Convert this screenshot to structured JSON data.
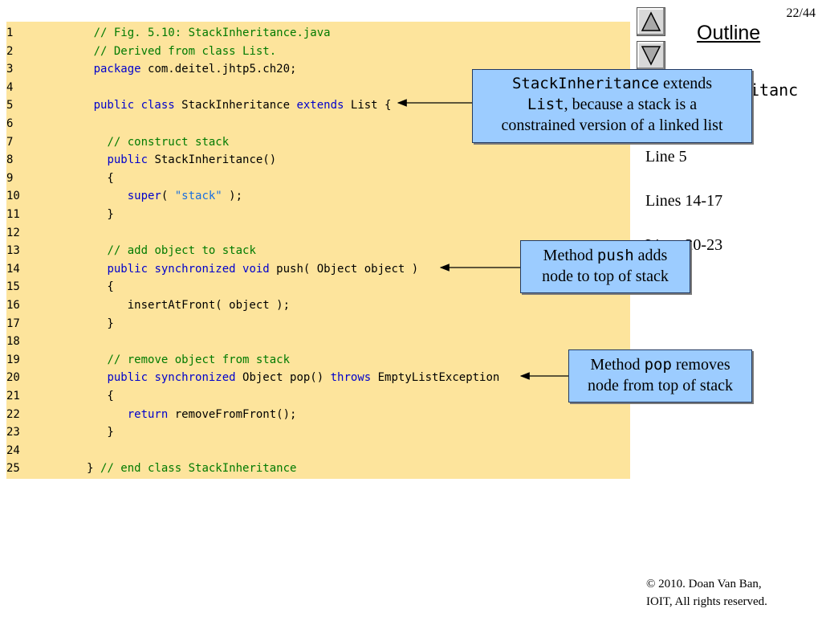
{
  "slide": {
    "page_indicator": "22/44",
    "outline_label": "Outline",
    "outline_items": [
      {
        "text": "Line 5"
      },
      {
        "text": "Lines 14-17"
      },
      {
        "text": "Lines 20-23"
      }
    ],
    "outline_code_fragment": "itanc",
    "copyright_line1": "© 2010.  Doan Van Ban,",
    "copyright_line2": "IOIT, All rights reserved."
  },
  "nav": {
    "up_icon": "triangle-up-icon",
    "down_icon": "triangle-down-icon"
  },
  "colors": {
    "code_background": "#fde49c",
    "keyword": "#0000cc",
    "comment": "#007a00",
    "string": "#1a6fe0",
    "callout_fill": "#9cccff",
    "callout_border": "#233a62"
  },
  "code": {
    "lines": [
      {
        "num": "1",
        "segs": [
          {
            "t": "      ",
            "c": "pl"
          },
          {
            "t": "// Fig. 5.10: StackInheritance.java",
            "c": "cm"
          }
        ]
      },
      {
        "num": "2",
        "segs": [
          {
            "t": "      ",
            "c": "pl"
          },
          {
            "t": "// Derived from class List.",
            "c": "cm"
          }
        ]
      },
      {
        "num": "3",
        "segs": [
          {
            "t": "      ",
            "c": "pl"
          },
          {
            "t": "package",
            "c": "kw"
          },
          {
            "t": " com.deitel.jhtp5.ch20;",
            "c": "pl"
          }
        ]
      },
      {
        "num": "4",
        "segs": []
      },
      {
        "num": "5",
        "segs": [
          {
            "t": "      ",
            "c": "pl"
          },
          {
            "t": "public class",
            "c": "kw"
          },
          {
            "t": " StackInheritance ",
            "c": "pl"
          },
          {
            "t": "extends",
            "c": "kw"
          },
          {
            "t": " List {",
            "c": "pl"
          }
        ]
      },
      {
        "num": "6",
        "segs": []
      },
      {
        "num": "7",
        "segs": [
          {
            "t": "        ",
            "c": "pl"
          },
          {
            "t": "// construct stack",
            "c": "cm"
          }
        ]
      },
      {
        "num": "8",
        "segs": [
          {
            "t": "        ",
            "c": "pl"
          },
          {
            "t": "public",
            "c": "kw"
          },
          {
            "t": " StackInheritance()",
            "c": "pl"
          }
        ]
      },
      {
        "num": "9",
        "segs": [
          {
            "t": "        {",
            "c": "pl"
          }
        ]
      },
      {
        "num": "10",
        "segs": [
          {
            "t": "           ",
            "c": "pl"
          },
          {
            "t": "super",
            "c": "kw"
          },
          {
            "t": "( ",
            "c": "pl"
          },
          {
            "t": "\"stack\"",
            "c": "st"
          },
          {
            "t": " );",
            "c": "pl"
          }
        ]
      },
      {
        "num": "11",
        "segs": [
          {
            "t": "        }",
            "c": "pl"
          }
        ]
      },
      {
        "num": "12",
        "segs": []
      },
      {
        "num": "13",
        "segs": [
          {
            "t": "        ",
            "c": "pl"
          },
          {
            "t": "// add object to stack",
            "c": "cm"
          }
        ]
      },
      {
        "num": "14",
        "segs": [
          {
            "t": "        ",
            "c": "pl"
          },
          {
            "t": "public synchronized void",
            "c": "kw"
          },
          {
            "t": " push( Object object )",
            "c": "pl"
          }
        ]
      },
      {
        "num": "15",
        "segs": [
          {
            "t": "        {",
            "c": "pl"
          }
        ]
      },
      {
        "num": "16",
        "segs": [
          {
            "t": "           insertAtFront( object );",
            "c": "pl"
          }
        ]
      },
      {
        "num": "17",
        "segs": [
          {
            "t": "        }",
            "c": "pl"
          }
        ]
      },
      {
        "num": "18",
        "segs": []
      },
      {
        "num": "19",
        "segs": [
          {
            "t": "        ",
            "c": "pl"
          },
          {
            "t": "// remove object from stack",
            "c": "cm"
          }
        ]
      },
      {
        "num": "20",
        "segs": [
          {
            "t": "        ",
            "c": "pl"
          },
          {
            "t": "public synchronized",
            "c": "kw"
          },
          {
            "t": " Object pop() ",
            "c": "pl"
          },
          {
            "t": "throws",
            "c": "kw"
          },
          {
            "t": " EmptyListException",
            "c": "pl"
          }
        ]
      },
      {
        "num": "21",
        "segs": [
          {
            "t": "        {",
            "c": "pl"
          }
        ]
      },
      {
        "num": "22",
        "segs": [
          {
            "t": "           ",
            "c": "pl"
          },
          {
            "t": "return",
            "c": "kw"
          },
          {
            "t": " removeFromFront();",
            "c": "pl"
          }
        ]
      },
      {
        "num": "23",
        "segs": [
          {
            "t": "        }",
            "c": "pl"
          }
        ]
      },
      {
        "num": "24",
        "segs": []
      },
      {
        "num": "25",
        "segs": [
          {
            "t": "     } ",
            "c": "pl"
          },
          {
            "t": "// end class StackInheritance",
            "c": "cm"
          }
        ]
      }
    ]
  },
  "callouts": {
    "extends": {
      "code1": "StackInheritance",
      "text1": " extends",
      "code2": "List",
      "text2": ", because a stack is a",
      "text3": "constrained version of a linked list"
    },
    "push": {
      "text1": "Method ",
      "code": "push",
      "text2": " adds",
      "text3": "node to top of stack"
    },
    "pop": {
      "text1": "Method ",
      "code": "pop",
      "text2": " removes",
      "text3": "node from top of stack"
    }
  }
}
